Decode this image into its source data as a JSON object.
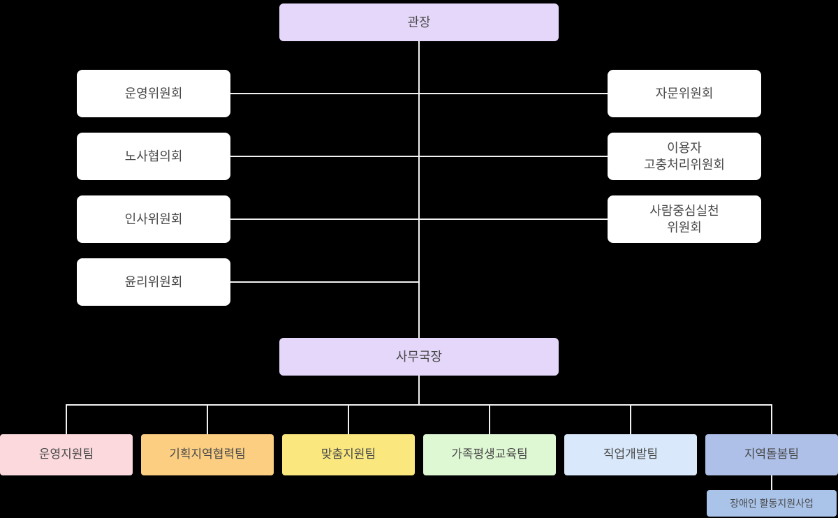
{
  "org_chart": {
    "type": "organization-chart",
    "background_color": "#000000",
    "line_color": "#f2f2f2",
    "text_color": "#4a4a4a",
    "director": {
      "label": "관장",
      "color": "#e5d7f9"
    },
    "secretary": {
      "label": "사무국장",
      "color": "#e5d7f9"
    },
    "left_committees": [
      {
        "label": "운영위원회",
        "color": "#ffffff"
      },
      {
        "label": "노사협의회",
        "color": "#ffffff"
      },
      {
        "label": "인사위원회",
        "color": "#ffffff"
      },
      {
        "label": "윤리위원회",
        "color": "#ffffff"
      }
    ],
    "right_committees": [
      {
        "label": "자문위원회",
        "color": "#ffffff"
      },
      {
        "label": "이용자\n고충처리위원회",
        "color": "#ffffff"
      },
      {
        "label": "사람중심실천\n위원회",
        "color": "#ffffff"
      }
    ],
    "teams": [
      {
        "label": "운영지원팀",
        "color": "#fbd9dd"
      },
      {
        "label": "기획지역협력팀",
        "color": "#fbce82"
      },
      {
        "label": "맞춤지원팀",
        "color": "#fae87f"
      },
      {
        "label": "가족평생교육팀",
        "color": "#dff8d4"
      },
      {
        "label": "직업개발팀",
        "color": "#d9e9fb"
      },
      {
        "label": "지역돌봄팀",
        "color": "#aec0e8"
      }
    ],
    "sub_program": {
      "label": "장애인 활동지원사업",
      "color": "#a9c3e9",
      "parent": "지역돌봄팀"
    }
  }
}
